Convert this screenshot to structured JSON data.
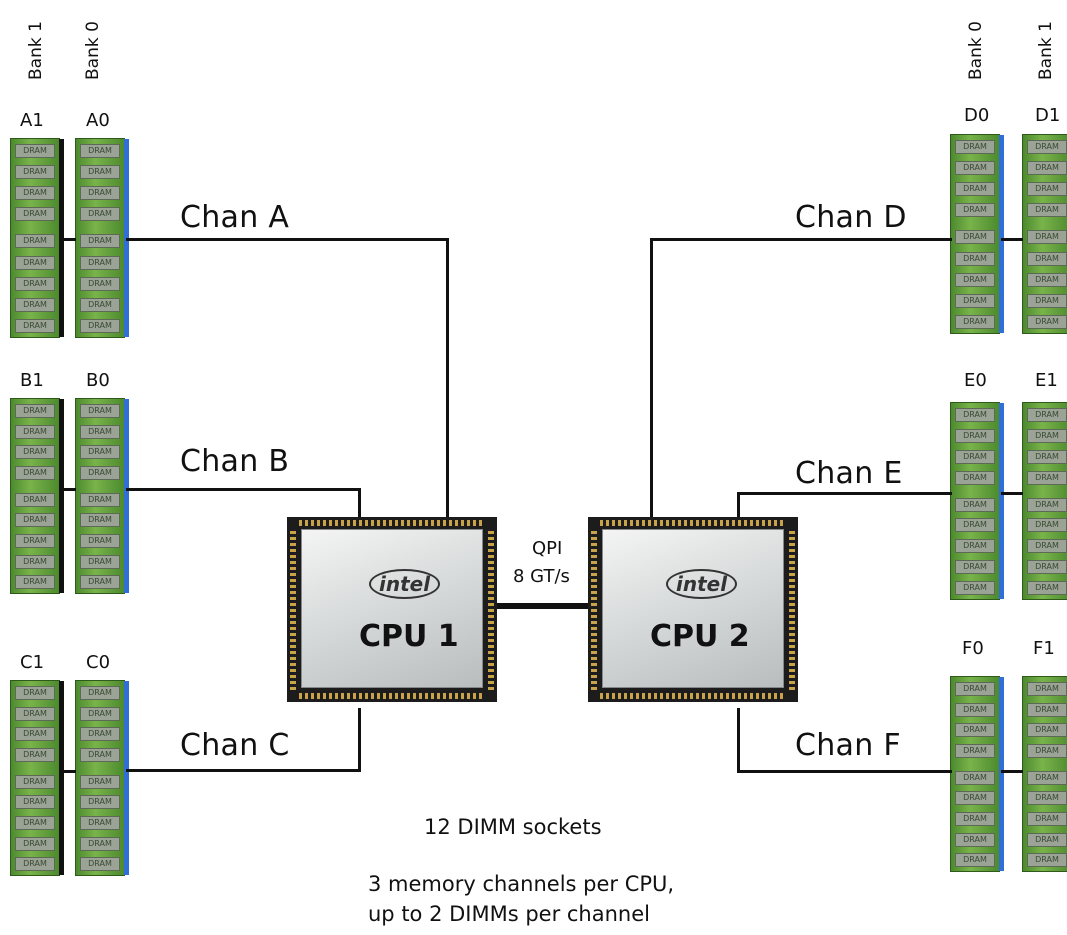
{
  "banks": {
    "bank0": "Bank 0",
    "bank1": "Bank 1"
  },
  "slots": {
    "A1": "A1",
    "A0": "A0",
    "B1": "B1",
    "B0": "B0",
    "C1": "C1",
    "C0": "C0",
    "D0": "D0",
    "D1": "D1",
    "E0": "E0",
    "E1": "E1",
    "F0": "F0",
    "F1": "F1"
  },
  "channels": {
    "A": "Chan A",
    "B": "Chan B",
    "C": "Chan C",
    "D": "Chan D",
    "E": "Chan E",
    "F": "Chan F"
  },
  "chip_label": "DRAM",
  "cpus": {
    "cpu1": {
      "brand": "intel",
      "name": "CPU 1"
    },
    "cpu2": {
      "brand": "intel",
      "name": "CPU 2"
    }
  },
  "qpi": {
    "line1": "QPI",
    "line2": "8 GT/s"
  },
  "notes": {
    "sockets": "12 DIMM sockets",
    "channels_line1": "3 memory channels per CPU,",
    "channels_line2": "up to 2 DIMMs per channel"
  },
  "colors": {
    "dimm_green": "#79b34a",
    "bank0_edge": "#2f6fd6",
    "bank1_edge": "#111111",
    "line": "#111111"
  }
}
